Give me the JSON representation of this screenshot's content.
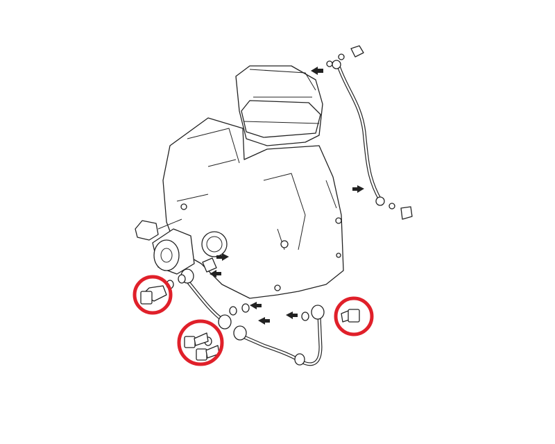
{
  "diagram": {
    "subject": "engine-oil-line-assembly",
    "line_color": "#222222",
    "background_color": "#ffffff",
    "highlight_color": "#e0202a",
    "highlighted_parts": [
      "banjo-bolt-left",
      "banjo-bolts-pair",
      "banjo-bolt-right"
    ]
  }
}
